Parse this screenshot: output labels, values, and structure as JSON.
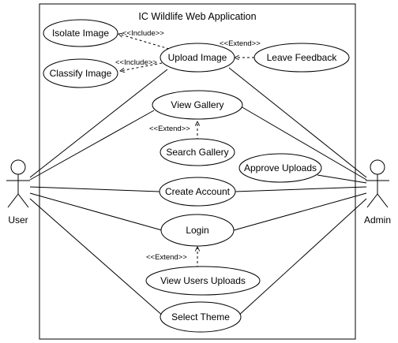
{
  "system": {
    "title": "IC Wildlife Web Application"
  },
  "actors": {
    "user": {
      "label": "User"
    },
    "admin": {
      "label": "Admin"
    }
  },
  "use_cases": {
    "isolate_image": "Isolate Image",
    "classify_image": "Classify Image",
    "upload_image": "Upload Image",
    "leave_feedback": "Leave Feedback",
    "view_gallery": "View Gallery",
    "search_gallery": "Search Gallery",
    "approve_uploads": "Approve Uploads",
    "create_account": "Create Account",
    "login": "Login",
    "view_users_uploads": "View Users Uploads",
    "select_theme": "Select Theme"
  },
  "relations": {
    "include_isolate": "<<Include>>",
    "include_classify": "<<Include>>",
    "extend_feedback": "<<Extend>>",
    "extend_search": "<<Extend>>",
    "extend_view_uploads": "<<Extend>>"
  }
}
